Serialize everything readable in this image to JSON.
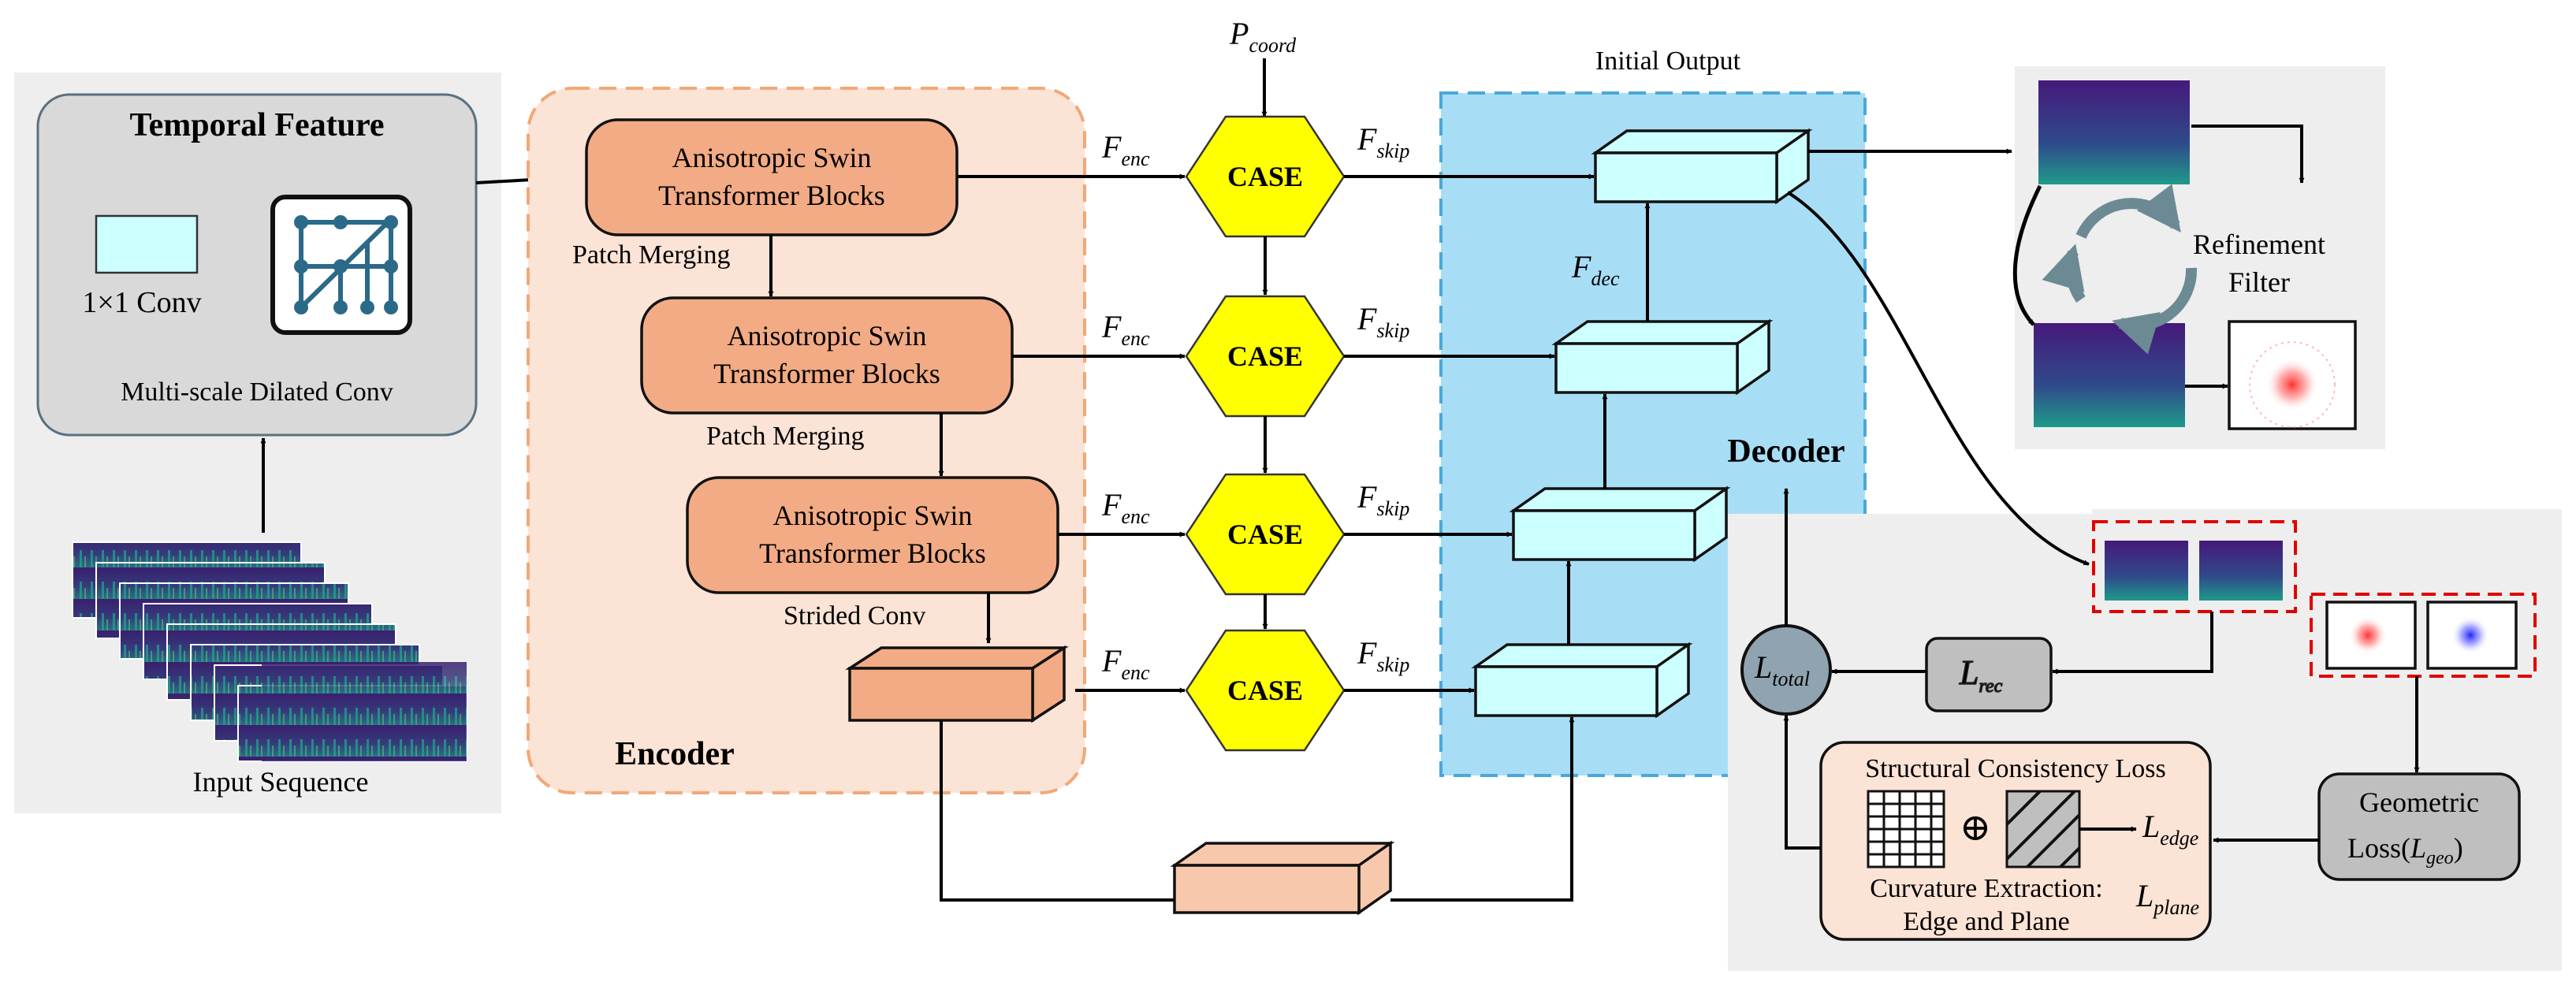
{
  "temporal": {
    "title": "Temporal Feature",
    "conv": "1×1 Conv",
    "dilated": "Multi-scale Dilated Conv",
    "input_label": "Input Sequence"
  },
  "encoder": {
    "label": "Encoder",
    "block_l1": "Anisotropic Swin",
    "block_l2": "Transformer Blocks",
    "patch_merging": "Patch Merging",
    "strided_conv": "Strided Conv"
  },
  "case": {
    "label": "CASE"
  },
  "symbols": {
    "F": "F",
    "P": "P",
    "L": "L",
    "enc": "enc",
    "skip": "skip",
    "dec": "dec",
    "coord": "coord",
    "total": "total",
    "rec": "rec",
    "edge": "edge",
    "plane": "plane",
    "geo": "geo",
    "oplus": "⊕"
  },
  "decoder": {
    "label": "Decoder",
    "initial_output": "Initial Output"
  },
  "refinement": {
    "line1": "Refinement",
    "line2": "Filter"
  },
  "loss": {
    "structural": "Structural Consistency Loss",
    "curvature": "Curvature Extraction:",
    "edge_plane": "Edge and Plane",
    "geometric": "Geometric",
    "geo_prefix": "Loss(",
    "geo_suffix": ")"
  },
  "colors": {
    "encoder_fill": "#fbe3d5",
    "encoder_border": "#f0a878",
    "block_fill": "#f2ab84",
    "decoder_fill": "#a8def5",
    "decoder_border": "#4aa8d8",
    "case_fill": "#ffff00",
    "cube_fill": "#ccffff",
    "panel_gray": "#eeeeee",
    "gray_box": "#bfbfbf",
    "teal_icon": "#2a6a88"
  }
}
